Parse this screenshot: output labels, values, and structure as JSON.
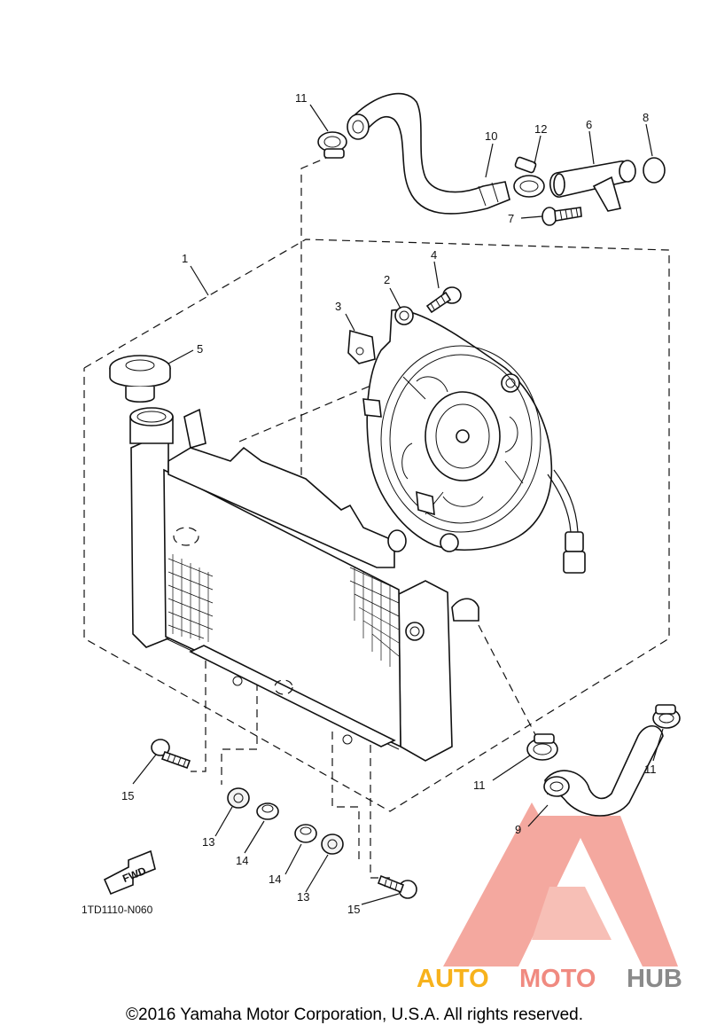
{
  "diagram_code": "1TD1110-N060",
  "copyright": "©2016 Yamaha Motor Corporation, U.S.A. All rights reserved.",
  "fwd_label": "FWD",
  "watermark": {
    "part1": "AUTO",
    "part2": "MOTO",
    "part3": "HUB",
    "colors": {
      "auto": "#f7b21c",
      "moto": "#f08a80",
      "hub": "#8a8a8a",
      "logo": "#f39a8f"
    }
  },
  "callouts": {
    "c1": "1",
    "c2": "2",
    "c3": "3",
    "c4": "4",
    "c5": "5",
    "c6": "6",
    "c7": "7",
    "c8": "8",
    "c9": "9",
    "c10": "10",
    "c11a": "11",
    "c11b": "11",
    "c11c": "11",
    "c12": "12",
    "c13a": "13",
    "c13b": "13",
    "c14a": "14",
    "c14b": "14",
    "c15a": "15",
    "c15b": "15"
  }
}
